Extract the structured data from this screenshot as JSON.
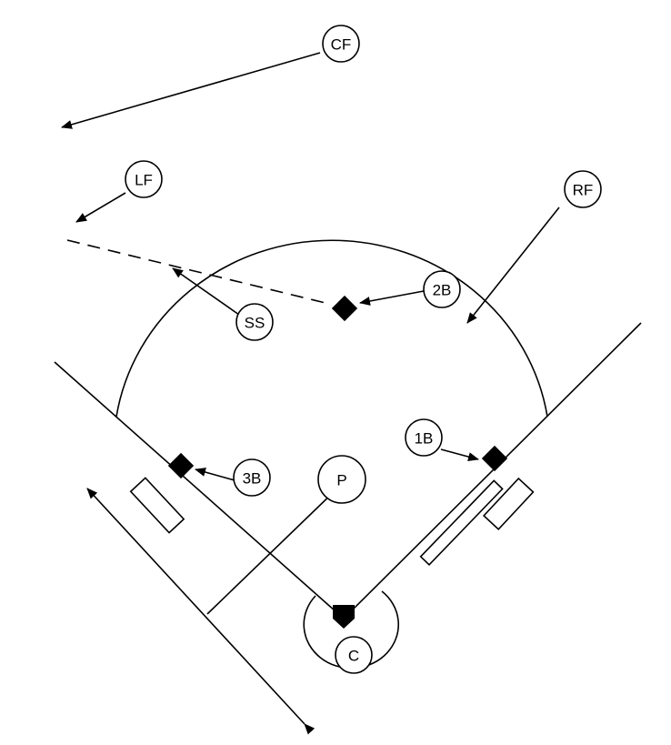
{
  "positions": {
    "cf": "CF",
    "lf": "LF",
    "rf": "RF",
    "ss": "SS",
    "second_base": "2B",
    "first_base": "1B",
    "third_base": "3B",
    "pitcher": "P",
    "catcher": "C"
  },
  "colors": {
    "ink": "#000000",
    "background": "#ffffff"
  }
}
